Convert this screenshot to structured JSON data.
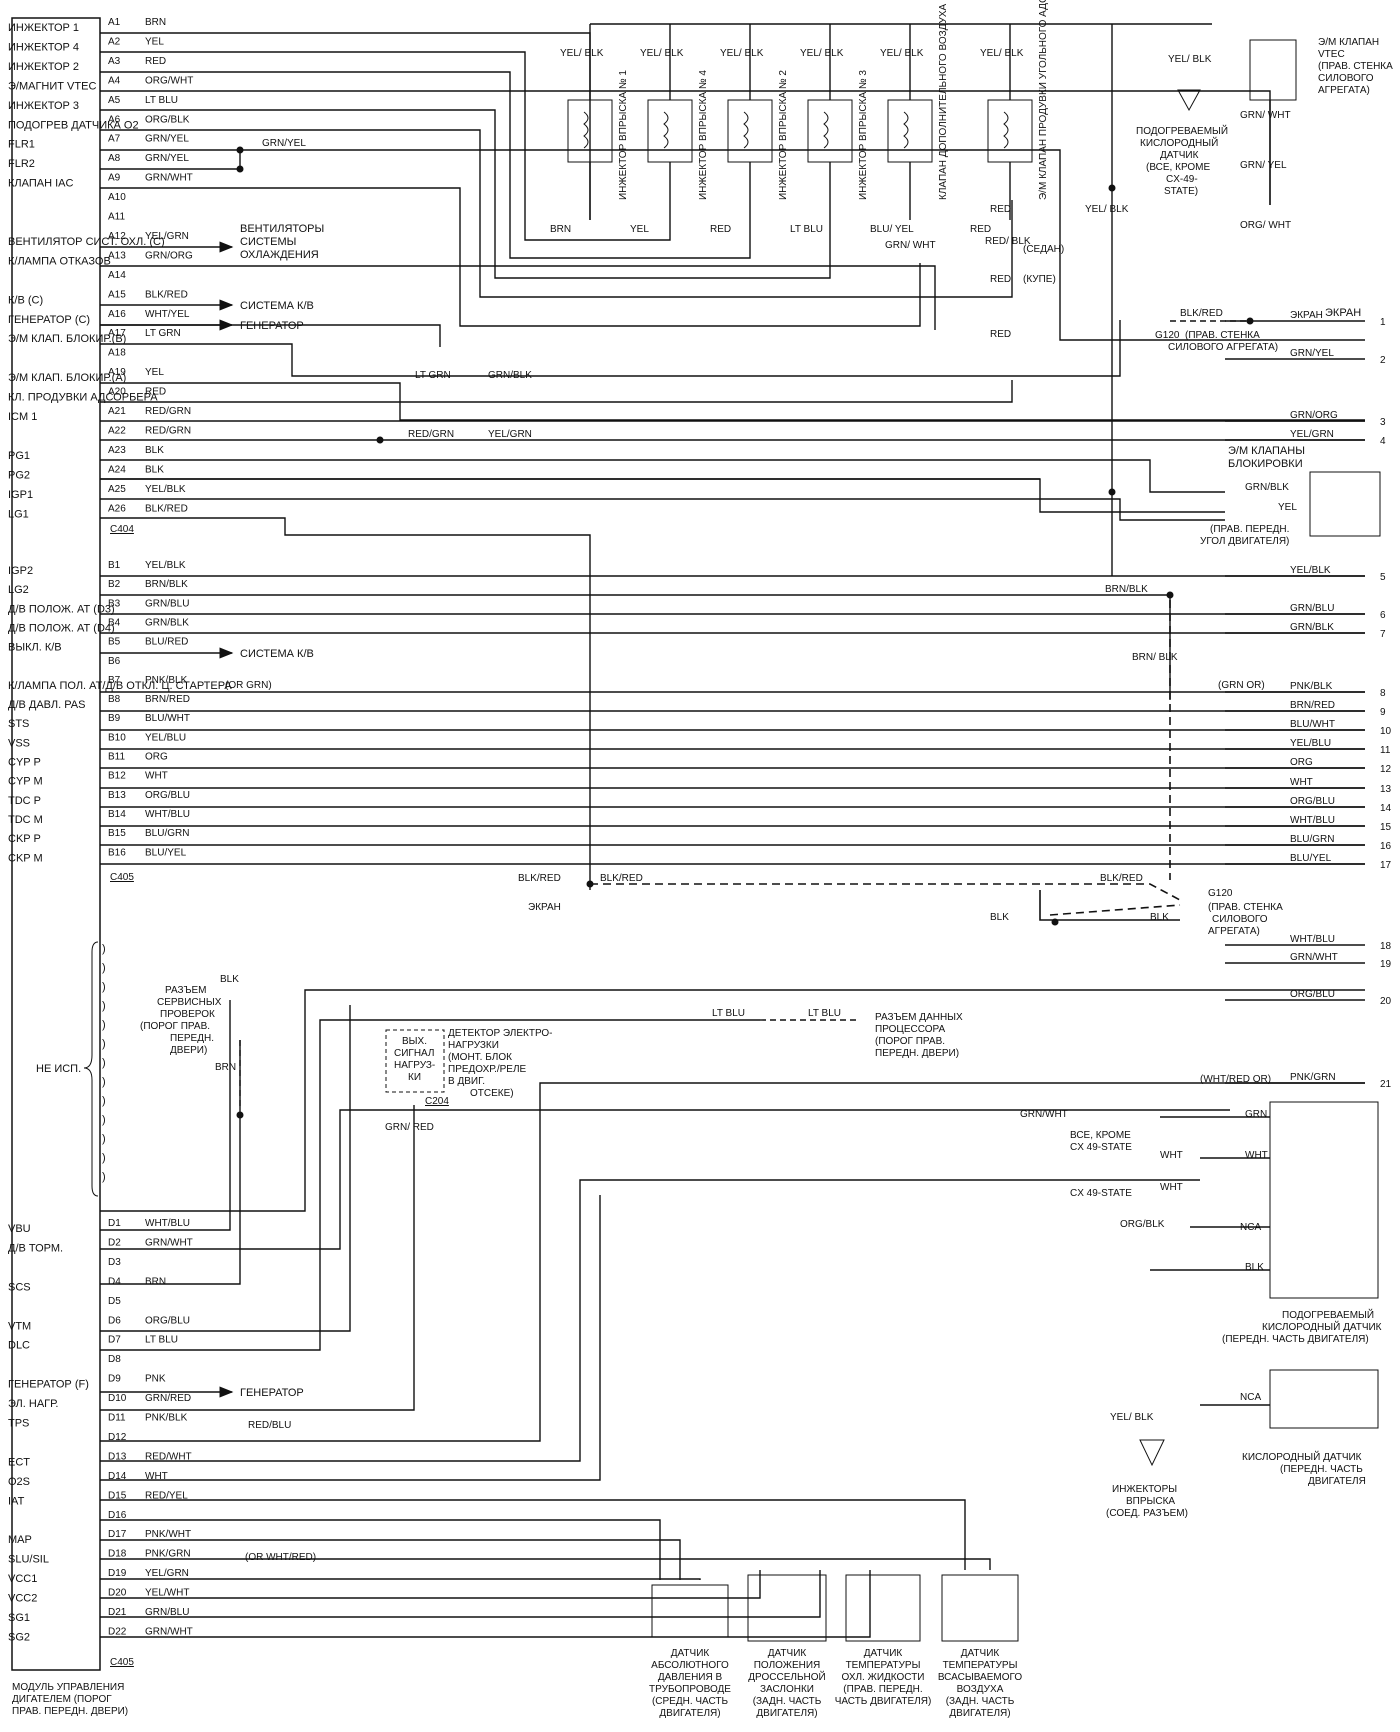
{
  "ecm_pins": [
    {
      "label": "ИНЖЕКТОР 1",
      "pin": "A1",
      "wire": "BRN"
    },
    {
      "label": "ИНЖЕКТОР 4",
      "pin": "A2",
      "wire": "YEL"
    },
    {
      "label": "ИНЖЕКТОР 2",
      "pin": "A3",
      "wire": "RED"
    },
    {
      "label": "Э/МАГНИТ VTEC",
      "pin": "A4",
      "wire": "ORG/WHT"
    },
    {
      "label": "ИНЖЕКТОР 3",
      "pin": "A5",
      "wire": "LT BLU"
    },
    {
      "label": "ПОДОГРЕВ ДАТЧИКА O2",
      "pin": "A6",
      "wire": "ORG/BLK"
    },
    {
      "label": "FLR1",
      "pin": "A7",
      "wire": "GRN/YEL"
    },
    {
      "label": "FLR2",
      "pin": "A8",
      "wire": "GRN/YEL"
    },
    {
      "label": "КЛАПАН IAC",
      "pin": "A9",
      "wire": "GRN/WHT"
    },
    {
      "label": "",
      "pin": "A10",
      "wire": ""
    },
    {
      "label": "",
      "pin": "A11",
      "wire": ""
    },
    {
      "label": "ВЕНТИЛЯТОР СИСТ. ОХЛ. (С)",
      "pin": "A12",
      "wire": "YEL/GRN"
    },
    {
      "label": "К/ЛАМПА ОТКАЗОВ",
      "pin": "A13",
      "wire": "GRN/ORG"
    },
    {
      "label": "",
      "pin": "A14",
      "wire": ""
    },
    {
      "label": "К/В (С)",
      "pin": "A15",
      "wire": "BLK/RED"
    },
    {
      "label": "ГЕНЕРАТОР (С)",
      "pin": "A16",
      "wire": "WHT/YEL"
    },
    {
      "label": "Э/М КЛАП. БЛОКИР.(В)",
      "pin": "A17",
      "wire": "LT GRN"
    },
    {
      "label": "",
      "pin": "A18",
      "wire": ""
    },
    {
      "label": "Э/М КЛАП. БЛОКИР.(А)",
      "pin": "A19",
      "wire": "YEL"
    },
    {
      "label": "КЛ. ПРОДУВКИ АДСОРБЕРА",
      "pin": "A20",
      "wire": "RED"
    },
    {
      "label": "ICM 1",
      "pin": "A21",
      "wire": "RED/GRN"
    },
    {
      "label": "",
      "pin": "A22",
      "wire": "RED/GRN"
    },
    {
      "label": "PG1",
      "pin": "A23",
      "wire": "BLK"
    },
    {
      "label": "PG2",
      "pin": "A24",
      "wire": "BLK"
    },
    {
      "label": "IGP1",
      "pin": "A25",
      "wire": "YEL/BLK"
    },
    {
      "label": "LG1",
      "pin": "A26",
      "wire": "BLK/RED"
    },
    {
      "label": "IGP2",
      "pin": "B1",
      "wire": "YEL/BLK"
    },
    {
      "label": "LG2",
      "pin": "B2",
      "wire": "BRN/BLK"
    },
    {
      "label": "Д/В ПОЛОЖ. АТ (D3)",
      "pin": "B3",
      "wire": "GRN/BLU"
    },
    {
      "label": "Д/В ПОЛОЖ. АТ (D4)",
      "pin": "B4",
      "wire": "GRN/BLK"
    },
    {
      "label": "ВЫКЛ. К/В",
      "pin": "B5",
      "wire": "BLU/RED"
    },
    {
      "label": "",
      "pin": "B6",
      "wire": ""
    },
    {
      "label": "К/ЛАМПА ПОЛ. АТ/Д/В ОТКЛ. Ц. СТАРТЕРА",
      "pin": "B7",
      "wire": "PNK/BLK"
    },
    {
      "label": "Д/В ДАВЛ. PAS",
      "pin": "B8",
      "wire": "BRN/RED"
    },
    {
      "label": "STS",
      "pin": "B9",
      "wire": "BLU/WHT"
    },
    {
      "label": "VSS",
      "pin": "B10",
      "wire": "YEL/BLU"
    },
    {
      "label": "CYP P",
      "pin": "B11",
      "wire": "ORG"
    },
    {
      "label": "CYP M",
      "pin": "B12",
      "wire": "WHT"
    },
    {
      "label": "TDC P",
      "pin": "B13",
      "wire": "ORG/BLU"
    },
    {
      "label": "TDC M",
      "pin": "B14",
      "wire": "WHT/BLU"
    },
    {
      "label": "CKP P",
      "pin": "B15",
      "wire": "BLU/GRN"
    },
    {
      "label": "CKP M",
      "pin": "B16",
      "wire": "BLU/YEL"
    },
    {
      "label": "VBU",
      "pin": "D1",
      "wire": "WHT/BLU"
    },
    {
      "label": "Д/В ТОРМ.",
      "pin": "D2",
      "wire": "GRN/WHT"
    },
    {
      "label": "",
      "pin": "D3",
      "wire": ""
    },
    {
      "label": "SCS",
      "pin": "D4",
      "wire": "BRN"
    },
    {
      "label": "",
      "pin": "D5",
      "wire": ""
    },
    {
      "label": "VTM",
      "pin": "D6",
      "wire": "ORG/BLU"
    },
    {
      "label": "DLC",
      "pin": "D7",
      "wire": "LT BLU"
    },
    {
      "label": "",
      "pin": "D8",
      "wire": ""
    },
    {
      "label": "ГЕНЕРАТОР (F)",
      "pin": "D9",
      "wire": "PNK"
    },
    {
      "label": "ЭЛ. НАГР.",
      "pin": "D10",
      "wire": "GRN/RED"
    },
    {
      "label": "TPS",
      "pin": "D11",
      "wire": "PNK/BLK"
    },
    {
      "label": "",
      "pin": "D12",
      "wire": ""
    },
    {
      "label": "ECT",
      "pin": "D13",
      "wire": "RED/WHT"
    },
    {
      "label": "O2S",
      "pin": "D14",
      "wire": "WHT"
    },
    {
      "label": "IAT",
      "pin": "D15",
      "wire": "RED/YEL"
    },
    {
      "label": "",
      "pin": "D16",
      "wire": ""
    },
    {
      "label": "MAP",
      "pin": "D17",
      "wire": "PNK/WHT"
    },
    {
      "label": "SLU/SIL",
      "pin": "D18",
      "wire": "PNK/GRN"
    },
    {
      "label": "VCC1",
      "pin": "D19",
      "wire": "YEL/GRN"
    },
    {
      "label": "VCC2",
      "pin": "D20",
      "wire": "YEL/WHT"
    },
    {
      "label": "SG1",
      "pin": "D21",
      "wire": "GRN/BLU"
    },
    {
      "label": "SG2",
      "pin": "D22",
      "wire": "GRN/WHT"
    }
  ],
  "connectors": {
    "c404": "C404",
    "c405": "C405",
    "c405b": "C405",
    "c204": "C204"
  },
  "ecm_title": [
    "МОДУЛЬ УПРАВЛЕНИЯ",
    "ДИГАТЕЛЕМ (ПОРОГ",
    "ПРАВ. ПЕРЕДН. ДВЕРИ)"
  ],
  "not_used": "НЕ ИСП.",
  "injectors": [
    {
      "name": "ИНЖЕКТОР ВПРЫСКА № 1",
      "top": "YEL/ BLK",
      "bottom": "BRN"
    },
    {
      "name": "ИНЖЕКТОР ВПРЫСКА № 4",
      "top": "YEL/ BLK",
      "bottom": "YEL"
    },
    {
      "name": "ИНЖЕКТОР ВПРЫСКА № 2",
      "top": "YEL/ BLK",
      "bottom": "RED"
    },
    {
      "name": "ИНЖЕКТОР ВПРЫСКА № 3",
      "top": "YEL/ BLK",
      "bottom": "LT BLU"
    },
    {
      "name": "КЛАПАН ДОПОЛНИТЕЛЬНОГО ВОЗДУХА",
      "top": "YEL/ BLK",
      "bottom": "BLU/ YEL"
    },
    {
      "name": "Э/М КЛАПАН ПРОДУВКИ УГОЛЬНОГО АДСОРБЕРА",
      "top": "YEL/ BLK",
      "bottom": "RED"
    }
  ],
  "labels": {
    "vtec_valve": [
      "Э/М КЛАПАН",
      "VTEC",
      "(ПРАВ. СТЕНКА",
      "СИЛОВОГО",
      "АГРЕГАТА)"
    ],
    "heated_o2": [
      "ПОДОГРЕВАЕМЫЙ",
      "КИСЛОРОДНЫЙ",
      "ДАТЧИК",
      "(ВСЕ, КРОМЕ",
      "CX-49-",
      "STATE)"
    ],
    "fans": [
      "ВЕНТИЛЯТОРЫ",
      "СИСТЕМЫ",
      "ОХЛАЖДЕНИЯ"
    ],
    "ac_system": "СИСТЕМА К/В",
    "generator": "ГЕНЕРАТОР",
    "sedan": "(СЕДАН)",
    "coupe": "(КУПЕ)",
    "screen": "ЭКРАН",
    "g120_a": "G120",
    "g120_a_note": [
      "(ПРАВ. СТЕНКА",
      "СИЛОВОГО АГРЕГАТА)"
    ],
    "lockup_valves": [
      "Э/М КЛАПАНЫ",
      "БЛОКИРОВКИ"
    ],
    "lockup_location": [
      "(ПРАВ. ПЕРЕДН.",
      "УГОЛ ДВИГАТЕЛЯ)"
    ],
    "or_grn": "(OR GRN)",
    "grn_or": "(GRN OR)",
    "g120_b": "G120",
    "g120_b_note": [
      "(ПРАВ. СТЕНКА",
      "СИЛОВОГО",
      "АГРЕГАТА)"
    ],
    "service_conn": [
      "РАЗЪЕМ",
      "СЕРВИСНЫХ",
      "ПРОВЕРОК",
      "(ПОРОГ ПРАВ.",
      "ПЕРЕДН.",
      "ДВЕРИ)"
    ],
    "eld_box": [
      "ВЫХ.",
      "СИГНАЛ",
      "НАГРУЗ-",
      "КИ"
    ],
    "eld_text": [
      "ДЕТЕКТОР ЭЛЕКТРО-",
      "НАГРУЗКИ",
      "(МОНТ. БЛОК",
      "ПРЕДОХР./РЕЛЕ",
      "В ДВИГ.",
      "ОТСЕКЕ)"
    ],
    "data_conn": [
      "РАЗЪЕМ ДАННЫХ",
      "ПРОЦЕССОРА",
      "(ПОРОГ ПРАВ.",
      "ПЕРЕДН. ДВЕРИ)"
    ],
    "wht_red_or": "(WHT/RED OR)",
    "or_wht_red": "(OR WHT/RED)",
    "except_cx": [
      "ВСЕ, КРОМЕ",
      "CX 49-STATE"
    ],
    "cx49": "CX 49-STATE",
    "heated_o2_front": [
      "ПОДОГРЕВАЕМЫЙ",
      "КИСЛОРОДНЫЙ ДАТЧИК",
      "(ПЕРЕДН. ЧАСТЬ ДВИГАТЕЛЯ)"
    ],
    "o2_front": [
      "КИСЛОРОДНЫЙ ДАТЧИК",
      "(ПЕРЕДН. ЧАСТЬ",
      "ДВИГАТЕЛЯ"
    ],
    "injectors_conn": [
      "ИНЖЕКТОРЫ",
      "ВПРЫСКА",
      "(СОЕД. РАЗЪЕМ)"
    ],
    "map_sensor": [
      "ДАТЧИК",
      "АБСОЛЮТНОГО",
      "ДАВЛЕНИЯ В",
      "ТРУБОПРОВОДЕ",
      "(СРЕДН. ЧАСТЬ",
      "ДВИГАТЕЛЯ)"
    ],
    "tps_sensor": [
      "ДАТЧИК",
      "ПОЛОЖЕНИЯ",
      "ДРОССЕЛЬНОЙ",
      "ЗАСЛОНКИ",
      "(ЗАДН. ЧАСТЬ",
      "ДВИГАТЕЛЯ)"
    ],
    "ect_sensor": [
      "ДАТЧИК",
      "ТЕМПЕРАТУРЫ",
      "ОХЛ. ЖИДКОСТИ",
      "(ПРАВ. ПЕРЕДН.",
      "ЧАСТЬ ДВИГАТЕЛЯ)"
    ],
    "iat_sensor": [
      "ДАТЧИК",
      "ТЕМПЕРАТУРЫ",
      "ВСАСЫВАЕМОГО",
      "ВОЗДУХА",
      "(ЗАДН. ЧАСТЬ",
      "ДВИГАТЕЛЯ)"
    ]
  },
  "right_terminals": [
    {
      "n": "1",
      "wire": "ЭКРАН"
    },
    {
      "n": "2",
      "wire": "GRN/YEL"
    },
    {
      "n": "3",
      "wire": "GRN/ORG"
    },
    {
      "n": "4",
      "wire": "YEL/GRN"
    },
    {
      "n": "5",
      "wire": "YEL/BLK"
    },
    {
      "n": "6",
      "wire": "GRN/BLU"
    },
    {
      "n": "7",
      "wire": "GRN/BLK"
    },
    {
      "n": "8",
      "wire": "PNK/BLK"
    },
    {
      "n": "9",
      "wire": "BRN/RED"
    },
    {
      "n": "10",
      "wire": "BLU/WHT"
    },
    {
      "n": "11",
      "wire": "YEL/BLU"
    },
    {
      "n": "12",
      "wire": "ORG"
    },
    {
      "n": "13",
      "wire": "WHT"
    },
    {
      "n": "14",
      "wire": "ORG/BLU"
    },
    {
      "n": "15",
      "wire": "WHT/BLU"
    },
    {
      "n": "16",
      "wire": "BLU/GRN"
    },
    {
      "n": "17",
      "wire": "BLU/YEL"
    },
    {
      "n": "18",
      "wire": "WHT/BLU"
    },
    {
      "n": "19",
      "wire": "GRN/WHT"
    },
    {
      "n": "20",
      "wire": "ORG/BLU"
    },
    {
      "n": "21",
      "wire": "PNK/GRN"
    }
  ],
  "wires": {
    "grn_yel": "GRN/YEL",
    "ylt_grn": "LT GRN",
    "grn_blk": "GRN/BLK",
    "red_grn": "RED/GRN",
    "yel_grn": "YEL/GRN",
    "blk_red": "BLK/RED",
    "blk": "BLK",
    "brn_blk": "BRN/BLK",
    "brn_blk2": "BRN/ BLK",
    "blk_red_arrow": "BLK/RED",
    "screen_arrow": "ЭКРАН",
    "lt_blu": "LT BLU",
    "grn_wht": "GRN/WHT",
    "grn": "GRN",
    "wht": "WHT",
    "nca": "NCA",
    "org_blk": "ORG/BLK",
    "yel": "YEL",
    "grn_red": "GRN/ RED",
    "red": "RED",
    "red_blu": "RED/BLU",
    "red_blk": "RED/ BLK",
    "grn_wht_v": "GRN/ WHT",
    "grn_wht2": "GRN/ WHT",
    "grn_yel2": "GRN/ YEL",
    "org_wht": "ORG/ WHT",
    "yel_blk": "YEL/ BLK",
    "grn_blu": "GRN/BLU",
    "brn": "BRN"
  }
}
